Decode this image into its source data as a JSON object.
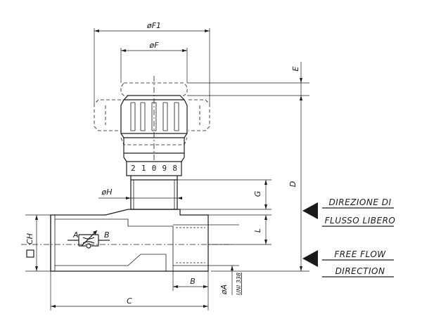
{
  "dimensions": {
    "F1": "øF1",
    "F": "øF",
    "E": "E",
    "D": "D",
    "G": "G",
    "L": "L",
    "H": "øH",
    "CH": "CH",
    "A": "øA",
    "A_standard": "UNI 338",
    "B": "B",
    "C": "C"
  },
  "dial_scale": "2 1 0 9 8",
  "symbol": {
    "port_a": "A",
    "port_b": "B"
  },
  "free_flow_it": {
    "line1": "DIREZIONE DI",
    "line2": "FLUSSO LIBERO"
  },
  "free_flow_en": {
    "line1": "FREE FLOW",
    "line2": "DIRECTION"
  }
}
